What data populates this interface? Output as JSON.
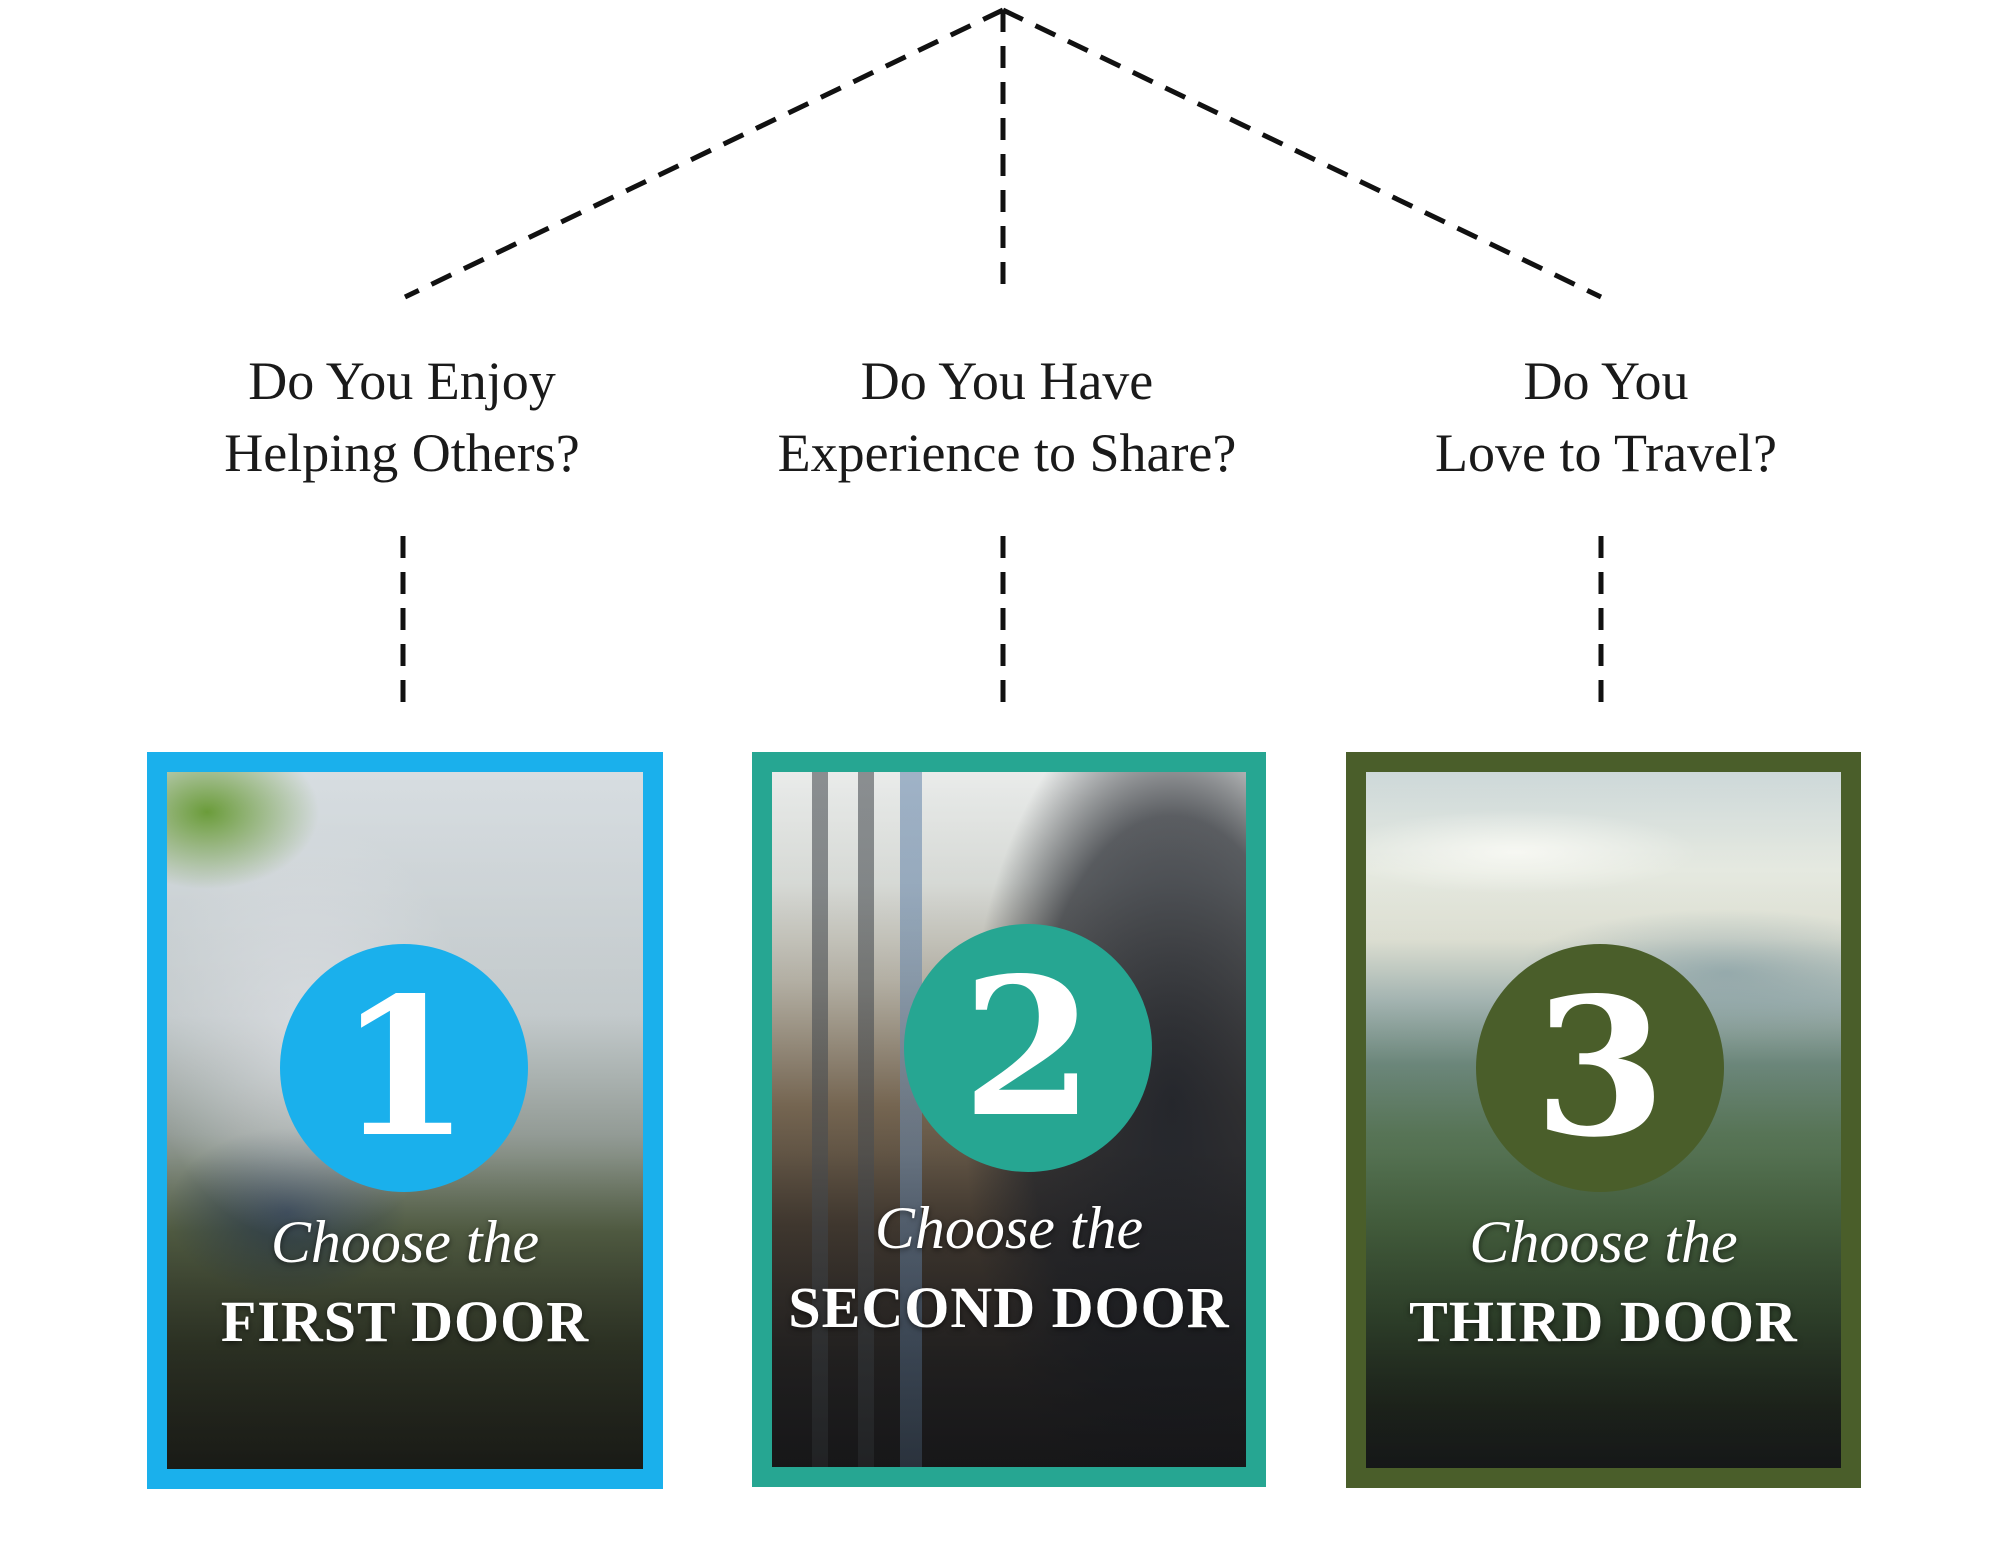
{
  "colors": {
    "door1_accent": "#1ab0ec",
    "door2_accent": "#26a692",
    "door3_accent": "#4a5e2a",
    "connector": "#111111",
    "text": "#1a1a1a"
  },
  "questions": [
    {
      "line1": "Do You Enjoy",
      "line2": "Helping Others?"
    },
    {
      "line1": "Do You Have",
      "line2": "Experience to Share?"
    },
    {
      "line1": "Do You",
      "line2": "Love to Travel?"
    }
  ],
  "doors": [
    {
      "number": "1",
      "lead": "Choose the",
      "label": "FIRST DOOR",
      "image": "volunteer-planting-tree-photo"
    },
    {
      "number": "2",
      "lead": "Choose the",
      "label": "SECOND DOOR",
      "image": "businessperson-at-desk-photo"
    },
    {
      "number": "3",
      "lead": "Choose the",
      "label": "THIRD DOOR",
      "image": "mountain-valley-landscape-photo"
    }
  ]
}
